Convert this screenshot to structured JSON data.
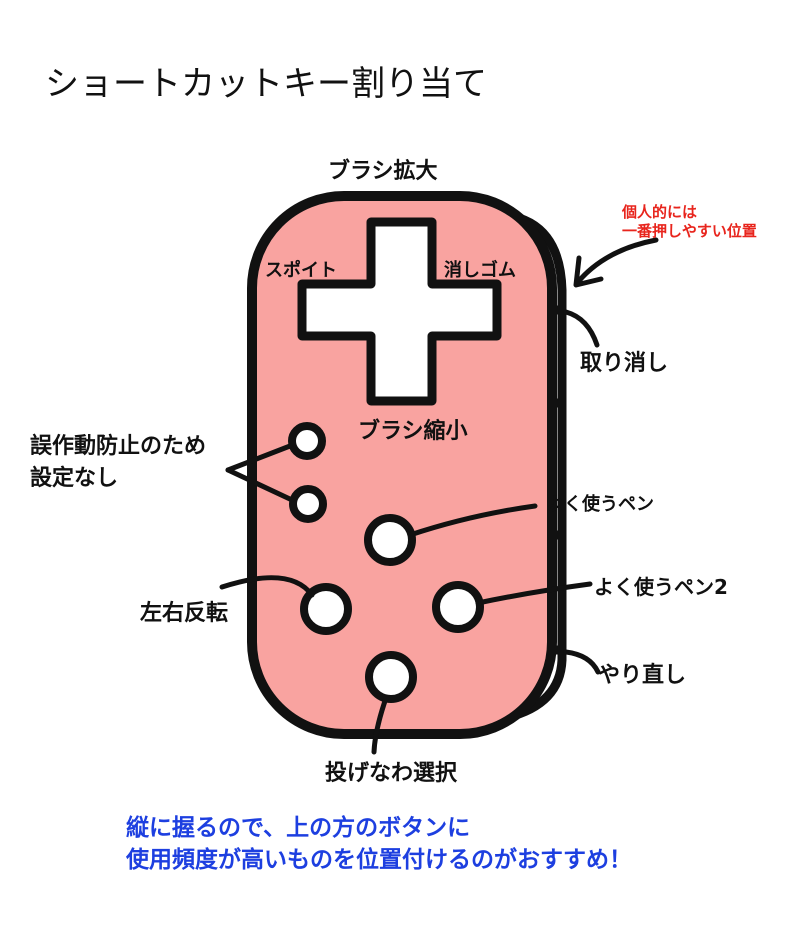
{
  "title": "ショートカットキー割り当て",
  "labels": {
    "brush_up": "ブラシ拡大",
    "brush_down": "ブラシ縮小",
    "eyedropper": "スポイト",
    "eraser": "消しゴム",
    "undo": "取り消し",
    "redo": "やり直し",
    "pen_favorite_1": "よく使うペン",
    "pen_favorite_2": "よく使うペン2",
    "flip": "左右反転",
    "lasso": "投げなわ選択",
    "no_setting_line1": "誤作動防止のため",
    "no_setting_line2": "設定なし"
  },
  "note": {
    "line1": "個人的には",
    "line2": "一番押しやすい位置"
  },
  "footer": {
    "line1": "縦に握るので、上の方のボタンに",
    "line2": "使用頻度が高いものを位置付けるのがおすすめ！"
  },
  "colors": {
    "controller_fill": "#f9a3a0",
    "outline": "#111111",
    "note_red": "#e8251d",
    "footer_blue": "#1d3fe0"
  }
}
